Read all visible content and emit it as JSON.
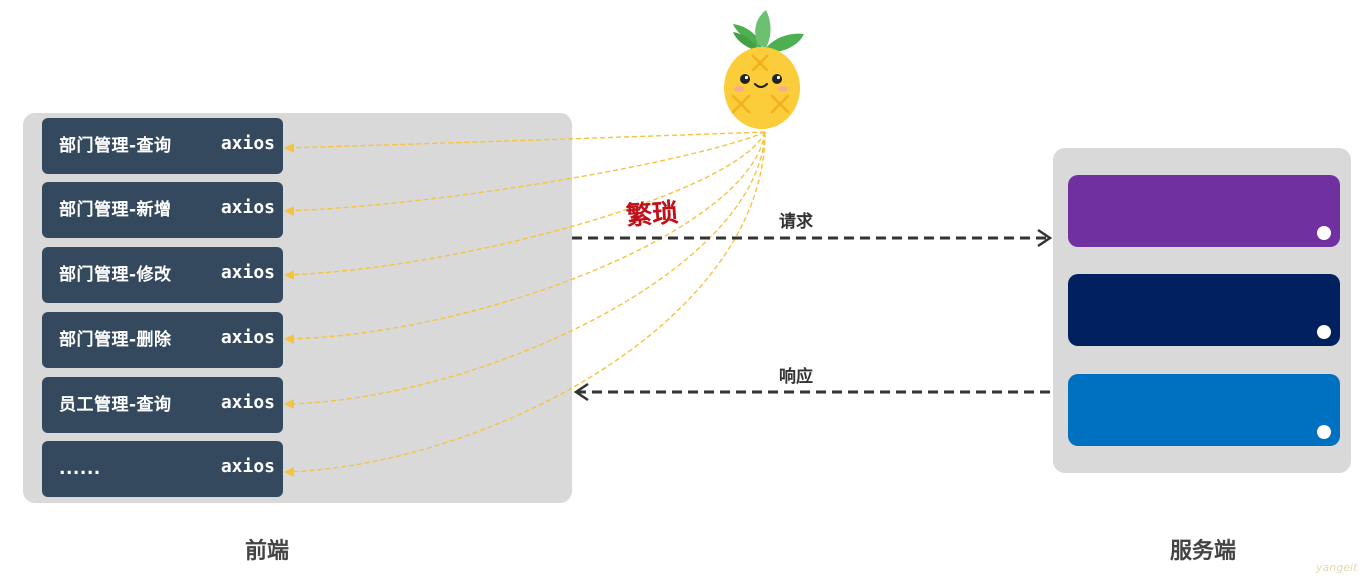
{
  "frontend": {
    "label": "前端",
    "modules": [
      {
        "name": "部门管理-查询",
        "tag": "axios"
      },
      {
        "name": "部门管理-新增",
        "tag": "axios"
      },
      {
        "name": "部门管理-修改",
        "tag": "axios"
      },
      {
        "name": "部门管理-删除",
        "tag": "axios"
      },
      {
        "name": "员工管理-查询",
        "tag": "axios"
      },
      {
        "name": "......",
        "tag": "axios"
      }
    ]
  },
  "server": {
    "label": "服务端",
    "block_colors": [
      "#7030a0",
      "#002060",
      "#0070c0"
    ]
  },
  "arrows": {
    "request_label": "请求",
    "response_label": "响应"
  },
  "annotation": "繁琐",
  "mascot_icon": "pineapple-icon",
  "watermark": "yangeit",
  "colors": {
    "module_bg": "#34495e",
    "panel_bg": "#d9d9d9",
    "dashed_line": "#f5c342",
    "annotation": "#c0101a"
  }
}
